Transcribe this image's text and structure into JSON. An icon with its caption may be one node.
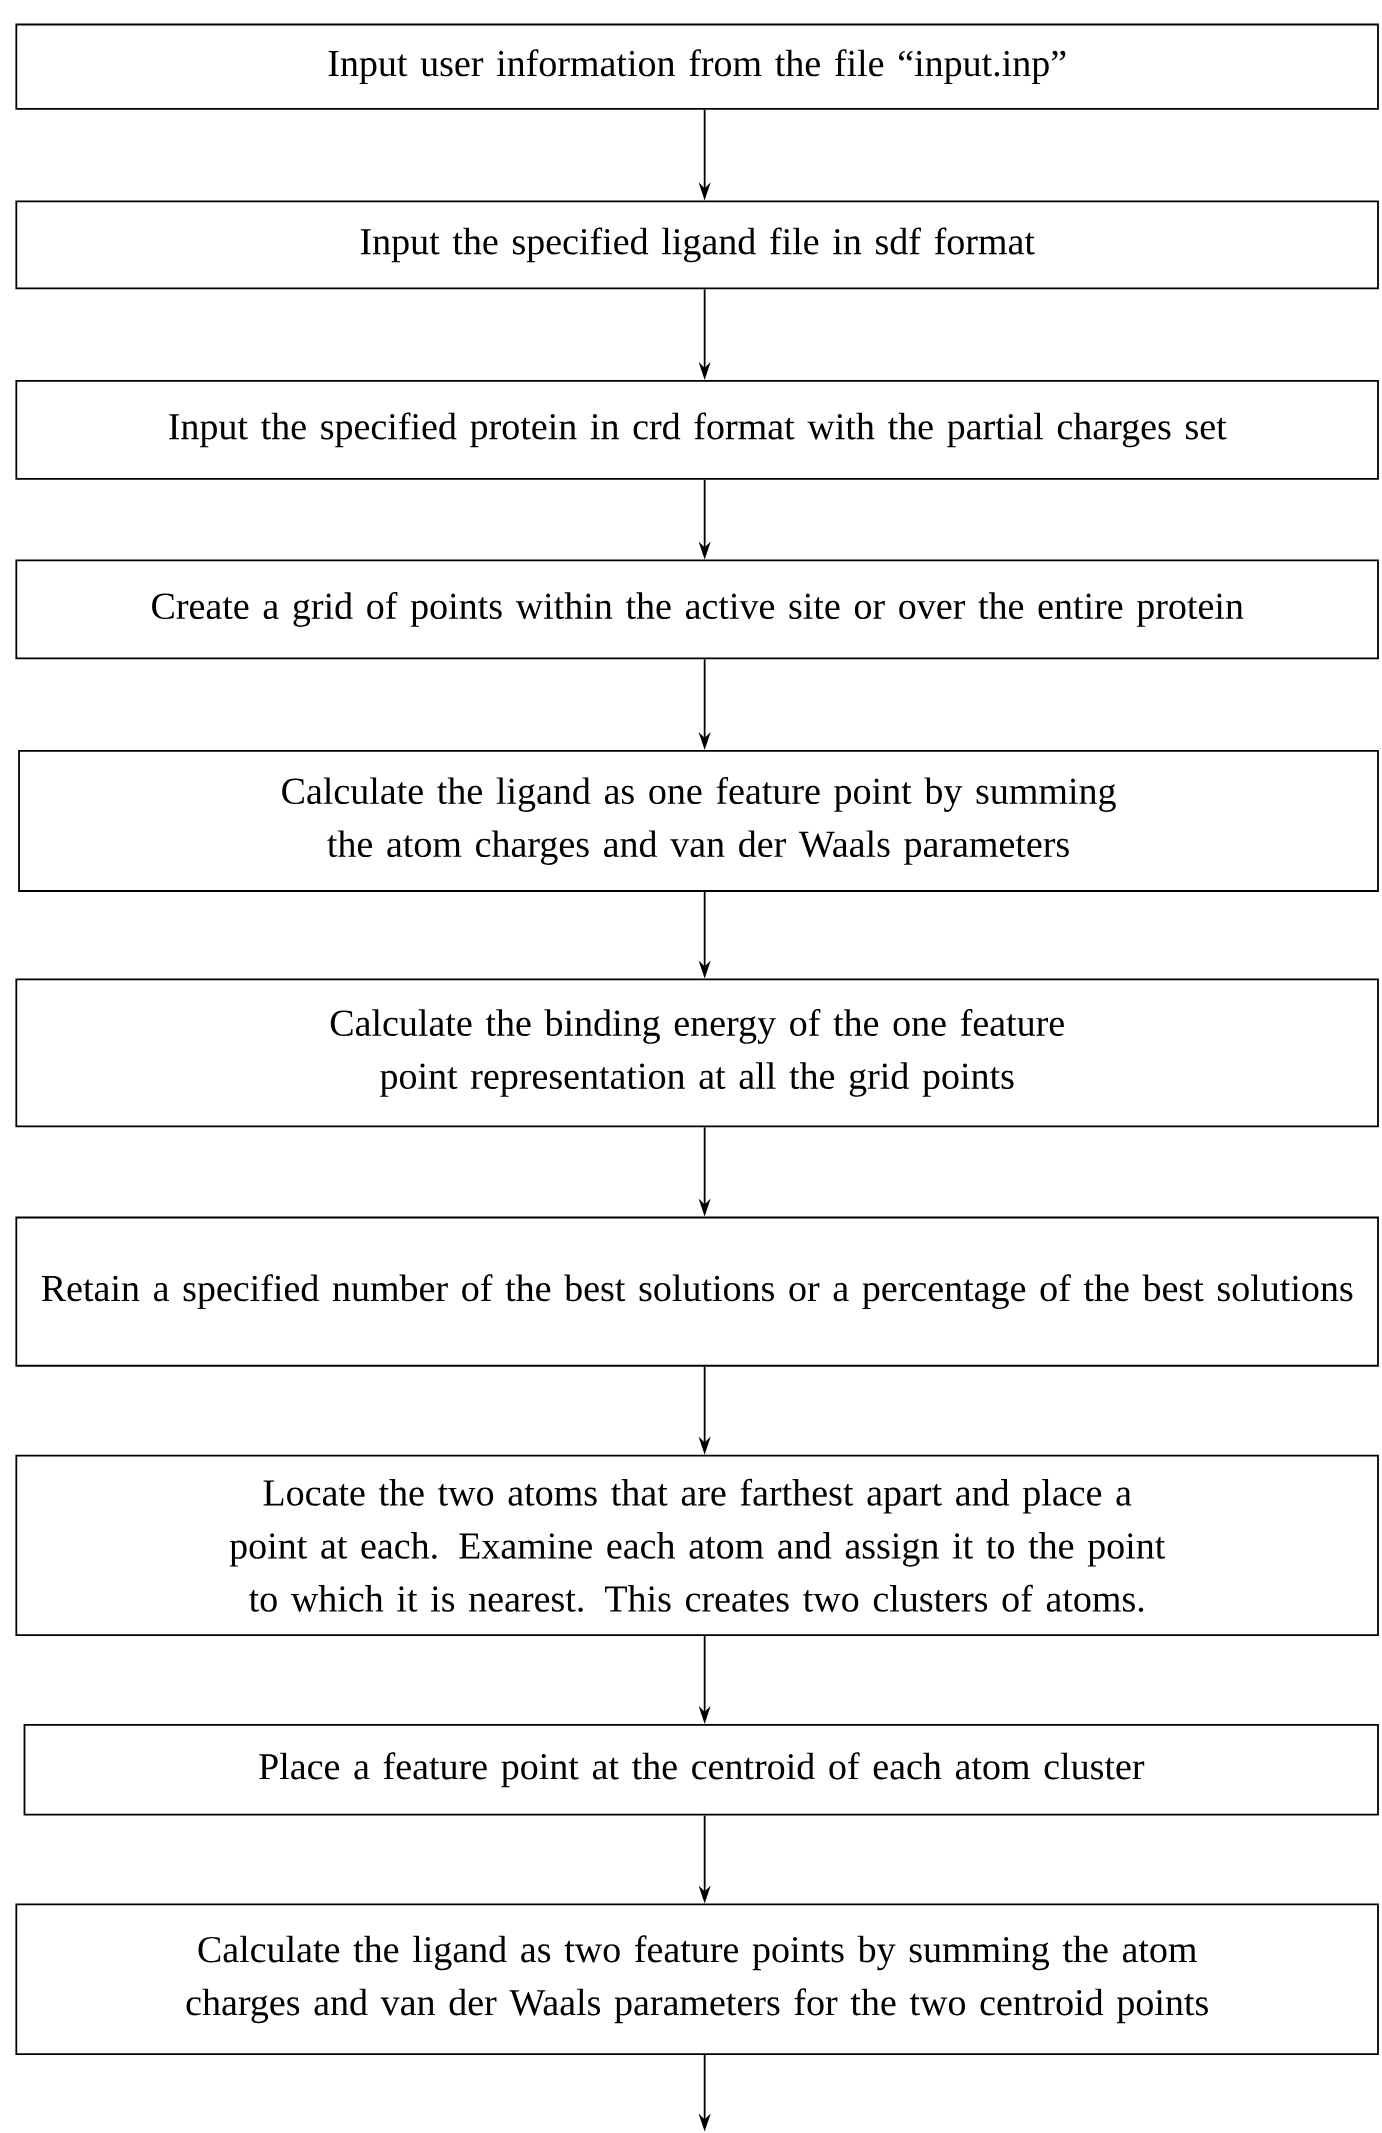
{
  "diagram": {
    "nodes": [
      {
        "text": [
          "Input user information from the file “input.inp”"
        ]
      },
      {
        "text": [
          "Input the specified ligand file in sdf format"
        ]
      },
      {
        "text": [
          "Input the specified protein in crd format with the partial charges set"
        ]
      },
      {
        "text": [
          "Create a grid of points within the active site or over the entire protein"
        ]
      },
      {
        "text": [
          "Calculate the ligand as one feature point by summing the atom charges and van der Waals parameters"
        ]
      },
      {
        "text": [
          "Calculate the binding energy of the one feature point representation at all the grid points"
        ]
      },
      {
        "text": [
          "Retain a specified number of the best solutions or a percentage of the best solutions"
        ]
      },
      {
        "text": [
          "Locate the two atoms that are farthest apart and place a point at each. Examine each atom and assign it to the point to which it is nearest. This creates two clusters of atoms."
        ]
      },
      {
        "text": [
          "Place a feature point at the centroid of each atom cluster"
        ]
      },
      {
        "text": [
          "Calculate the ligand as two feature points by summing the atom charges and van der Waals parameters for the two centroid points"
        ]
      }
    ],
    "edges": [
      {
        "from": 0,
        "to": 1,
        "arrow": "to"
      },
      {
        "from": 1,
        "to": 2,
        "arrow": "to"
      },
      {
        "from": 2,
        "to": 3,
        "arrow": "to"
      },
      {
        "from": 3,
        "to": 4,
        "arrow": "to"
      },
      {
        "from": 4,
        "to": 5,
        "arrow": "to"
      },
      {
        "from": 5,
        "to": 6,
        "arrow": "to"
      },
      {
        "from": 6,
        "to": 7,
        "arrow": "to"
      },
      {
        "from": 7,
        "to": 8,
        "arrow": "to"
      },
      {
        "from": 8,
        "to": 9,
        "arrow": "to"
      },
      {
        "from": 9,
        "to": null,
        "arrow": "to"
      }
    ]
  }
}
